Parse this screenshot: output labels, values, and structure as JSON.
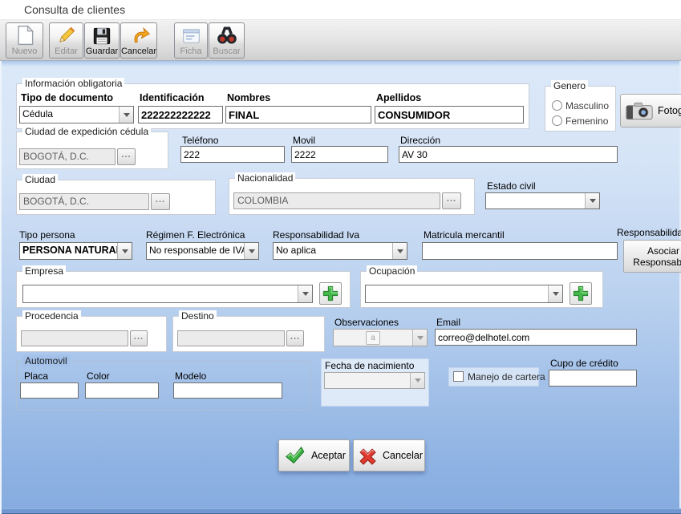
{
  "window_title": "Consulta de clientes",
  "toolbar": {
    "buttons": [
      {
        "id": "nuevo",
        "label": "Nuevo",
        "enabled": false,
        "icon": "page-icon"
      },
      {
        "id": "editar",
        "label": "Editar",
        "enabled": false,
        "icon": "pencil-icon"
      },
      {
        "id": "guardar",
        "label": "Guardar",
        "enabled": true,
        "icon": "floppy-icon"
      },
      {
        "id": "cancelar",
        "label": "Cancelar",
        "enabled": true,
        "icon": "undo-arrow-icon"
      },
      {
        "id": "ficha",
        "label": "Ficha",
        "enabled": false,
        "icon": "form-icon"
      },
      {
        "id": "buscar",
        "label": "Buscar",
        "enabled": false,
        "icon": "binoculars-icon"
      }
    ]
  },
  "info": {
    "legend": "Información obligatoria",
    "doc_type_label": "Tipo de documento",
    "doc_type_value": "Cédula",
    "id_label": "Identificación",
    "id_value": "222222222222",
    "names_label": "Nombres",
    "names_value": "FINAL",
    "surnames_label": "Apellidos",
    "surnames_value": "CONSUMIDOR"
  },
  "gender": {
    "legend": "Genero",
    "male": "Masculino",
    "female": "Femenino",
    "male_checked": false,
    "female_checked": false
  },
  "photo": {
    "label": "Fotogra",
    "icon": "camera-icon"
  },
  "issue_city": {
    "legend": "Ciudad de expedición cédula",
    "value": "BOGOTÁ, D.C.",
    "browse": "..."
  },
  "contact": {
    "phone_label": "Teléfono",
    "phone_value": "222",
    "mobile_label": "Movil",
    "mobile_value": "2222",
    "address_label": "Dirección",
    "address_value": "AV 30"
  },
  "city": {
    "legend": "Ciudad",
    "value": "BOGOTÁ, D.C.",
    "browse": "..."
  },
  "nationality": {
    "legend": "Nacionalidad",
    "value": "COLOMBIA",
    "browse": "..."
  },
  "marital": {
    "label": "Estado civil",
    "value": ""
  },
  "fiscal": {
    "person_type_label": "Tipo persona",
    "person_type_value": "PERSONA NATURAL",
    "regime_label": "Régimen F. Electrónica",
    "regime_value": "No responsable de IVA",
    "iva_label": "Responsabilidad Iva",
    "iva_value": "No aplica",
    "matricula_label": "Matricula mercantil",
    "matricula_value": "",
    "resp_f_label": "Responsabilidad F",
    "asociar_line1": "Asociar",
    "asociar_line2": "Responsabilid"
  },
  "company": {
    "legend": "Empresa",
    "value": ""
  },
  "occupation": {
    "legend": "Ocupación",
    "value": ""
  },
  "origin": {
    "legend": "Procedencia",
    "value": "",
    "browse": "..."
  },
  "destination": {
    "legend": "Destino",
    "value": "",
    "browse": "..."
  },
  "observations": {
    "label": "Observaciones",
    "icon_text": "a",
    "value": ""
  },
  "email": {
    "label": "Email",
    "value": "correo@delhotel.com"
  },
  "car": {
    "legend": "Automovil",
    "plate_label": "Placa",
    "plate_value": "",
    "color_label": "Color",
    "color_value": "",
    "model_label": "Modelo",
    "model_value": ""
  },
  "birth": {
    "label": "Fecha de nacimiento",
    "value": ""
  },
  "portfolio": {
    "label": "Manejo de cartera",
    "checked": false
  },
  "credit": {
    "label": "Cupo de crédito",
    "value": ""
  },
  "actions": {
    "accept": "Aceptar",
    "cancel": "Cancelar"
  },
  "colors": {
    "panel_blue_top": "#d6e4f7",
    "panel_blue_bottom": "#86abde",
    "accent_green": "#46b94c",
    "accent_red": "#e03c31",
    "accent_orange": "#f5a623"
  }
}
